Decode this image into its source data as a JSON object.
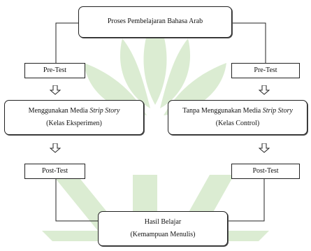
{
  "colors": {
    "watermark": "#cfe6c3",
    "border": "#222222"
  },
  "watermark_icon": "university-logo-watermark",
  "nodes": {
    "process": {
      "text": "Proses Pembelajaran Bahasa Arab"
    },
    "pretest_left": {
      "text": "Pre-Test"
    },
    "pretest_right": {
      "text": "Pre-Test"
    },
    "experiment": {
      "line1_prefix": "Menggunakan Media ",
      "line1_italic": "Strip Story",
      "line2": "(Kelas Eksperimen)"
    },
    "control": {
      "line1_prefix": "Tanpa Menggunakan Media ",
      "line1_italic": "Strip Story",
      "line2": "(Kelas Control)"
    },
    "posttest_left": {
      "text": "Post-Test"
    },
    "posttest_right": {
      "text": "Post-Test"
    },
    "result": {
      "line1": "Hasil Belajar",
      "line2": "(Kemampuan Menulis)"
    }
  }
}
